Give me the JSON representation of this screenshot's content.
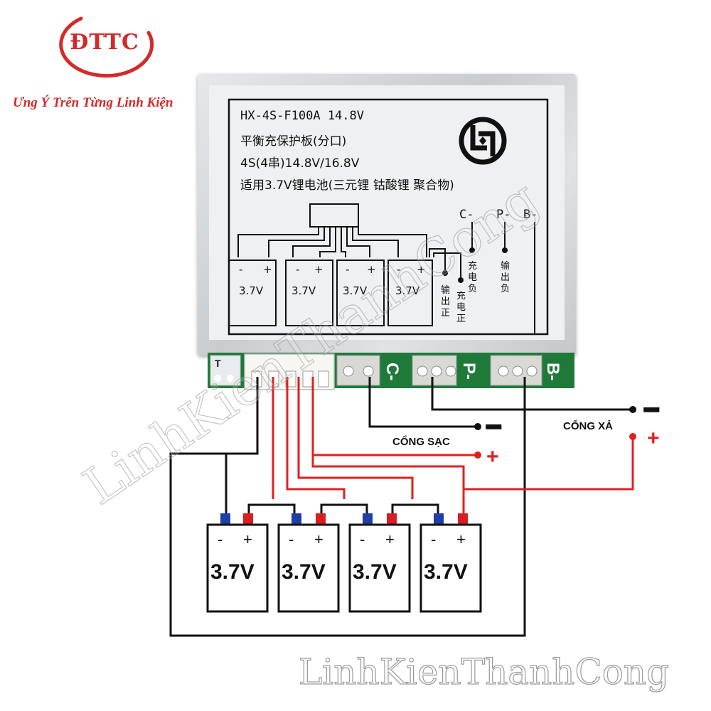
{
  "logo": {
    "text": "ĐTTC",
    "color": "#d32a2a"
  },
  "tagline": "Ưng Ý Trên Từng Linh Kiện",
  "board_label": {
    "model": "HX-4S-F100A 14.8V",
    "name": "平衡充保护板(分口)",
    "spec": "4S(4串)14.8V/16.8V",
    "usage": "适用3.7V锂电池(三元锂 钴酸锂 聚合物)",
    "port_c": "C-",
    "port_p": "P-",
    "port_b": "B-",
    "cells": [
      {
        "minus": "-",
        "plus": "+",
        "voltage": "3.7V"
      },
      {
        "minus": "-",
        "plus": "+",
        "voltage": "3.7V"
      },
      {
        "minus": "-",
        "plus": "+",
        "voltage": "3.7V"
      },
      {
        "minus": "-",
        "plus": "+",
        "voltage": "3.7V"
      }
    ],
    "vert_charge_neg": "充电负",
    "vert_output_neg": "输出负",
    "vert_output_pos": "输出正",
    "vert_charge_pos": "充电正"
  },
  "pcb": {
    "t_label": "T",
    "pads": {
      "c": "C-",
      "p": "P-",
      "b": "B-"
    },
    "color": "#1f7a3a"
  },
  "ports": {
    "charge": {
      "label": "CỔNG SẠC",
      "minus": "━",
      "plus": "+"
    },
    "discharge": {
      "label": "CỔNG XẢ",
      "minus": "━",
      "plus": "+"
    }
  },
  "batteries": [
    {
      "minus": "-",
      "plus": "+",
      "voltage": "3.7V"
    },
    {
      "minus": "-",
      "plus": "+",
      "voltage": "3.7V"
    },
    {
      "minus": "-",
      "plus": "+",
      "voltage": "3.7V"
    },
    {
      "minus": "-",
      "plus": "+",
      "voltage": "3.7V"
    }
  ],
  "watermarks": {
    "diagonal": "LinhKienThanhCong",
    "bottom": "LinhKienThanhCong"
  },
  "colors": {
    "wire_black": "#111111",
    "wire_red": "#e02020",
    "terminal_blue": "#1e3ea8",
    "terminal_red": "#d81e1e"
  }
}
